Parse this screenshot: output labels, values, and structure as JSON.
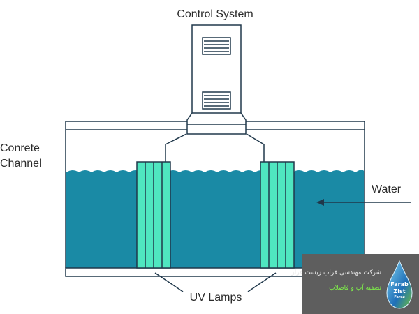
{
  "labels": {
    "control_system": "Control System",
    "channel_line1": "Conrete",
    "channel_line2": "Channel",
    "water": "Water",
    "uv_lamps": "UV Lamps"
  },
  "watermark": {
    "company_fa": "شرکت مهندسی فراب زیست فراز",
    "service_fa": "تصفیه آب و فاضلاب",
    "logo_word1": "Farab",
    "logo_word2": "Zist",
    "logo_word3": "Faraz"
  },
  "colors": {
    "water": "#1a8aa5",
    "lamp": "#4fe6c0",
    "outline": "#20384b",
    "watermark_green": "#7ff04a"
  }
}
